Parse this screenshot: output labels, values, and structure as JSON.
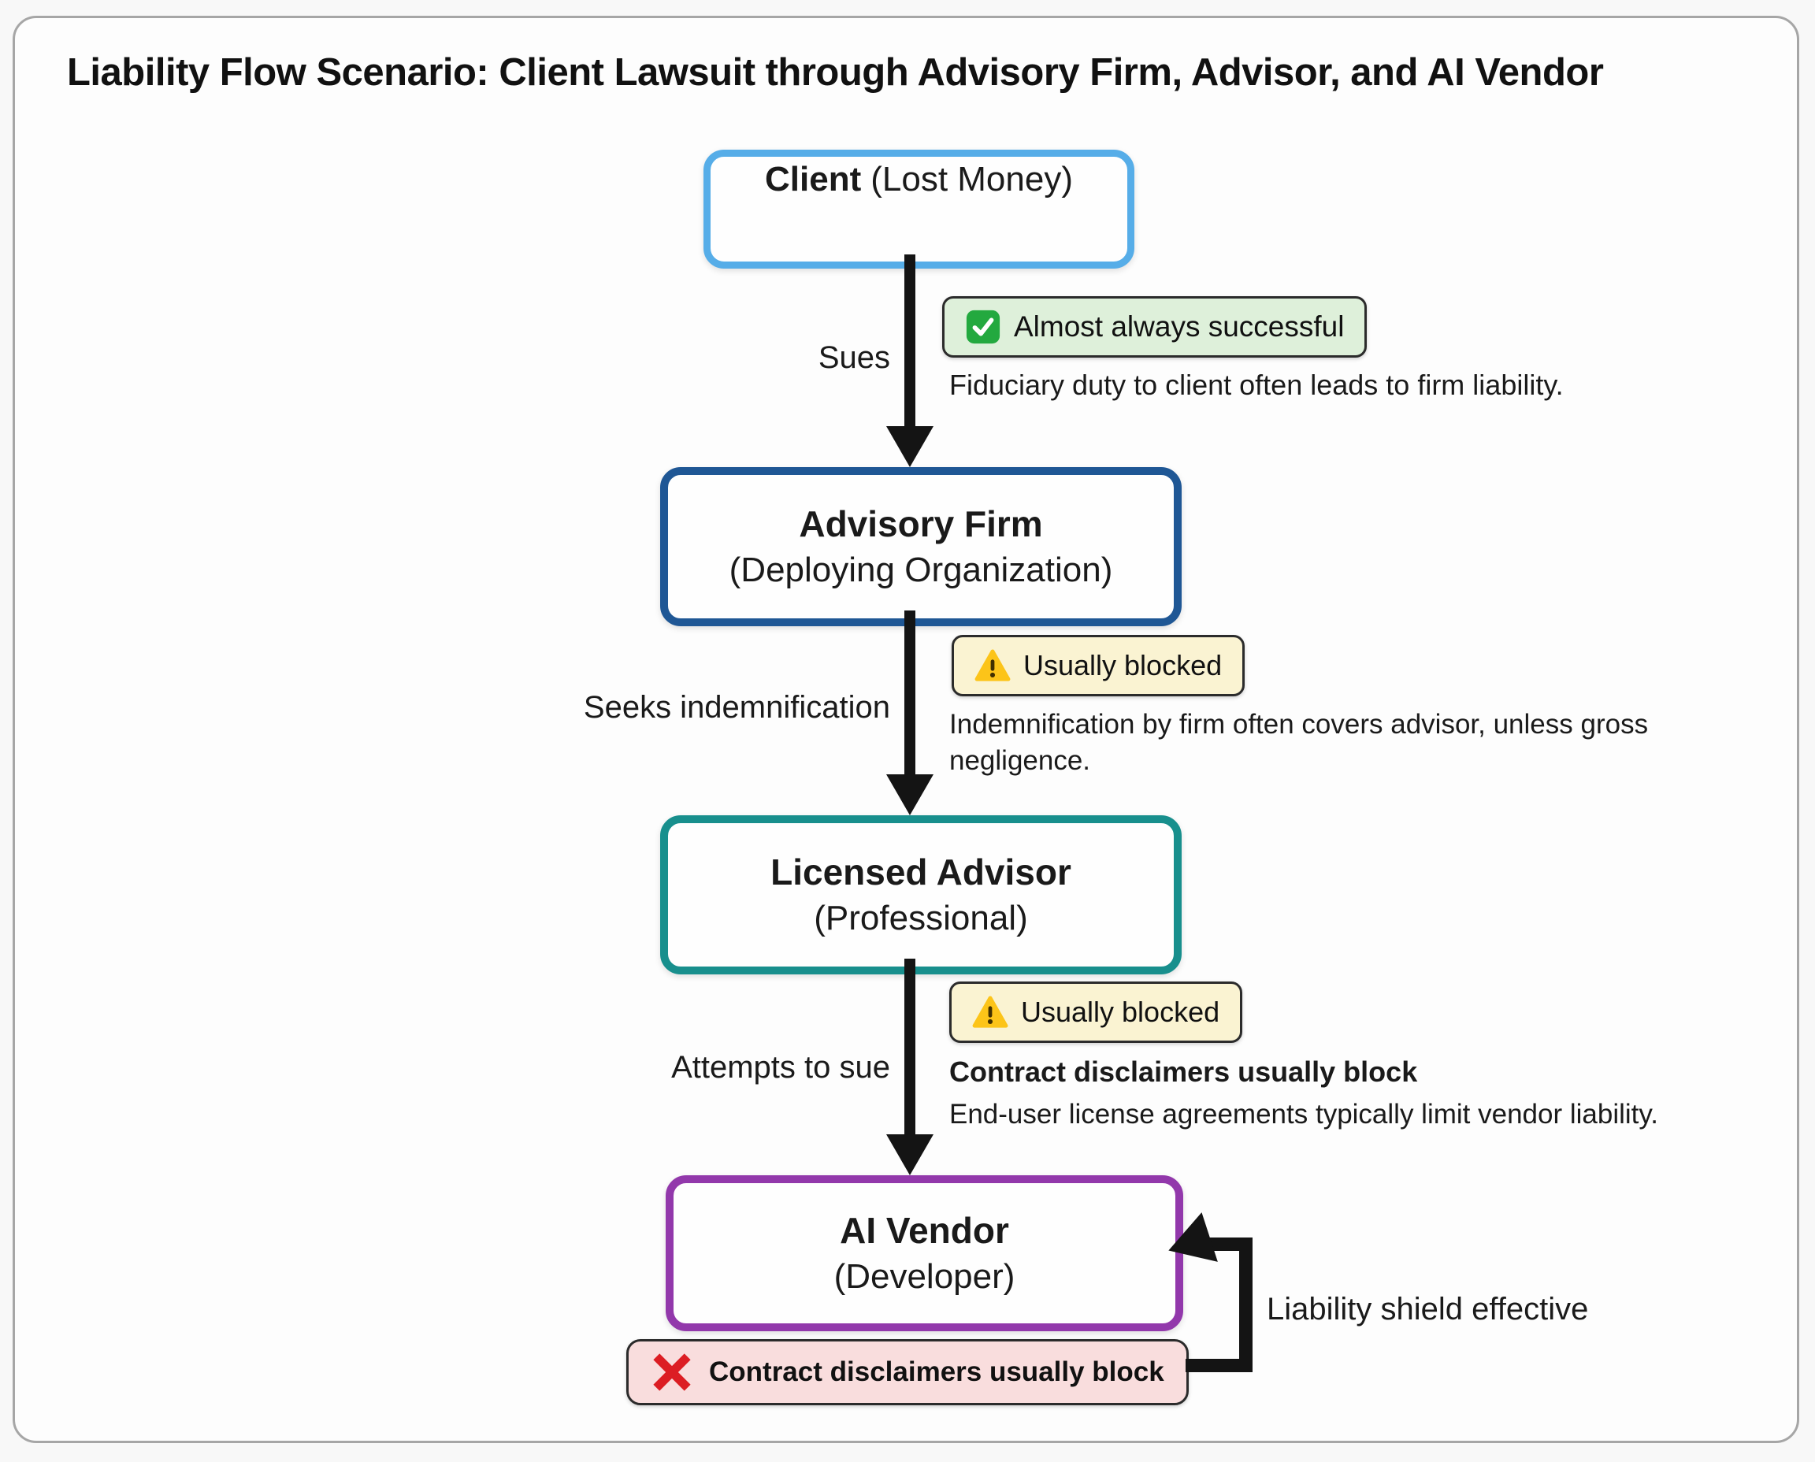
{
  "title": "Liability Flow Scenario: Client Lawsuit through Advisory Firm, Advisor, and AI Vendor",
  "nodes": {
    "client": {
      "title": "Client",
      "subtitle": "(Lost Money)"
    },
    "advisory_firm": {
      "title": "Advisory Firm",
      "subtitle": "(Deploying Organization)"
    },
    "licensed_advisor": {
      "title": "Licensed Advisor",
      "subtitle": "(Professional)"
    },
    "ai_vendor": {
      "title": "AI Vendor",
      "subtitle": "(Developer)"
    }
  },
  "edges": {
    "client_to_firm": {
      "label": "Sues",
      "badge": "Almost always successful",
      "badge_icon": "check-icon",
      "note": "Fiduciary duty to client often leads to firm liability."
    },
    "firm_to_advisor": {
      "label": "Seeks indemnification",
      "badge": "Usually blocked",
      "badge_icon": "warning-icon",
      "note": "Indemnification by firm often covers advisor, unless gross negligence."
    },
    "advisor_to_vendor": {
      "label": "Attempts to sue",
      "badge": "Usually blocked",
      "badge_icon": "warning-icon",
      "note_bold": "Contract disclaimers usually block",
      "note": "End-user license agreements typically limit vendor liability."
    },
    "vendor_shield": {
      "label": "Liability shield effective",
      "badge": "Contract disclaimers usually block",
      "badge_icon": "cross-icon"
    }
  },
  "colors": {
    "client_border": "#56ade8",
    "advisory_firm_border": "#1f5795",
    "licensed_advisor_border": "#188f8d",
    "ai_vendor_border": "#9238ab",
    "success_badge_bg": "#def0da",
    "warning_badge_bg": "#faf3d2",
    "blocked_badge_bg": "#f9dddd",
    "badge_border": "#2b2b2b",
    "arrow": "#141414",
    "frame_border": "#a6a6a6"
  }
}
